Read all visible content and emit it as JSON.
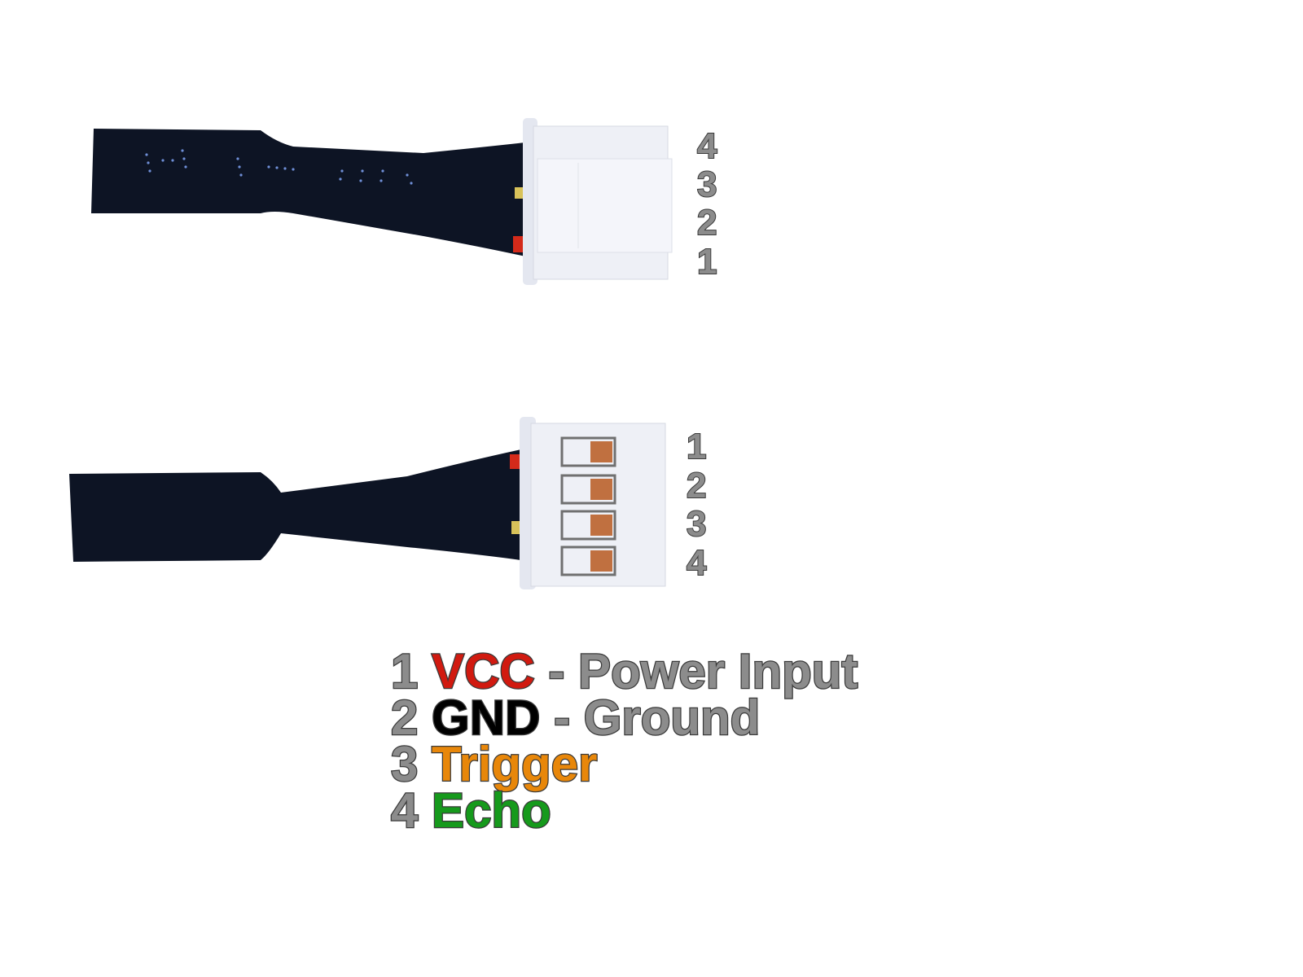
{
  "top_connector": {
    "pin_labels": [
      "4",
      "3",
      "2",
      "1"
    ]
  },
  "bottom_connector": {
    "pin_labels": [
      "1",
      "2",
      "3",
      "4"
    ]
  },
  "legend": [
    {
      "number": "1",
      "name": "VCC",
      "description": "- Power Input",
      "color": "#d11a10"
    },
    {
      "number": "2",
      "name": "GND",
      "description": "- Ground",
      "color": "#000000"
    },
    {
      "number": "3",
      "name": "Trigger",
      "description": "",
      "color": "#e8870a"
    },
    {
      "number": "4",
      "name": "Echo",
      "description": "",
      "color": "#169a1c"
    }
  ],
  "colors": {
    "label_gray": "#8c8c8c",
    "cable": "#0d1424",
    "connector": "#eef0f6"
  }
}
